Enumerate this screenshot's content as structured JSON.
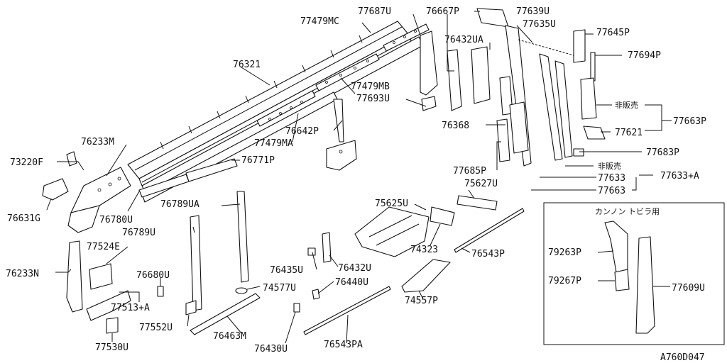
{
  "labels": {
    "p77479MC": "77479MC",
    "p77687U": "77687U",
    "p76667P": "76667P",
    "p77639U": "77639U",
    "p77635U": "77635U",
    "p77645P": "77645P",
    "p77694P": "77694P",
    "p76432UA": "76432UA",
    "p76321": "76321",
    "p77479MB": "77479MB",
    "p77693U": "77693U",
    "p_hanbai1": "非販売",
    "p77663P": "77663P",
    "p76368": "76368",
    "p77621": "77621",
    "p76642P": "76642P",
    "p76233M": "76233M",
    "p77479MA": "77479MA",
    "p77683P": "77683P",
    "p73220F": "73220F",
    "p76771P": "76771P",
    "p_hanbai2": "非販売",
    "p77685P": "77685P",
    "p77633": "77633",
    "p77633A": "77633+A",
    "p76631G": "76631G",
    "p76780U": "76780U",
    "p77663": "77663",
    "p75627U": "75627U",
    "p76789UA": "76789UA",
    "p75625U": "75625U",
    "p76789U": "76789U",
    "p74323": "74323",
    "p77524E": "77524E",
    "p76543P": "76543P",
    "p76233N": "76233N",
    "p76435U": "76435U",
    "p76432U": "76432U",
    "p76680U": "76680U",
    "p76440U": "76440U",
    "p74577U": "74577U",
    "p77513A": "77513+A",
    "p74557P": "74557P",
    "p77552U": "77552U",
    "p76463M": "76463M",
    "p77530U": "77530U",
    "p76430U": "76430U",
    "p76543PA": "76543PA",
    "inset_title": "カンノン トビラ用",
    "p79263P": "79263P",
    "p79267P": "79267P",
    "p77609U": "77609U",
    "diagram_id": "A760D047"
  }
}
